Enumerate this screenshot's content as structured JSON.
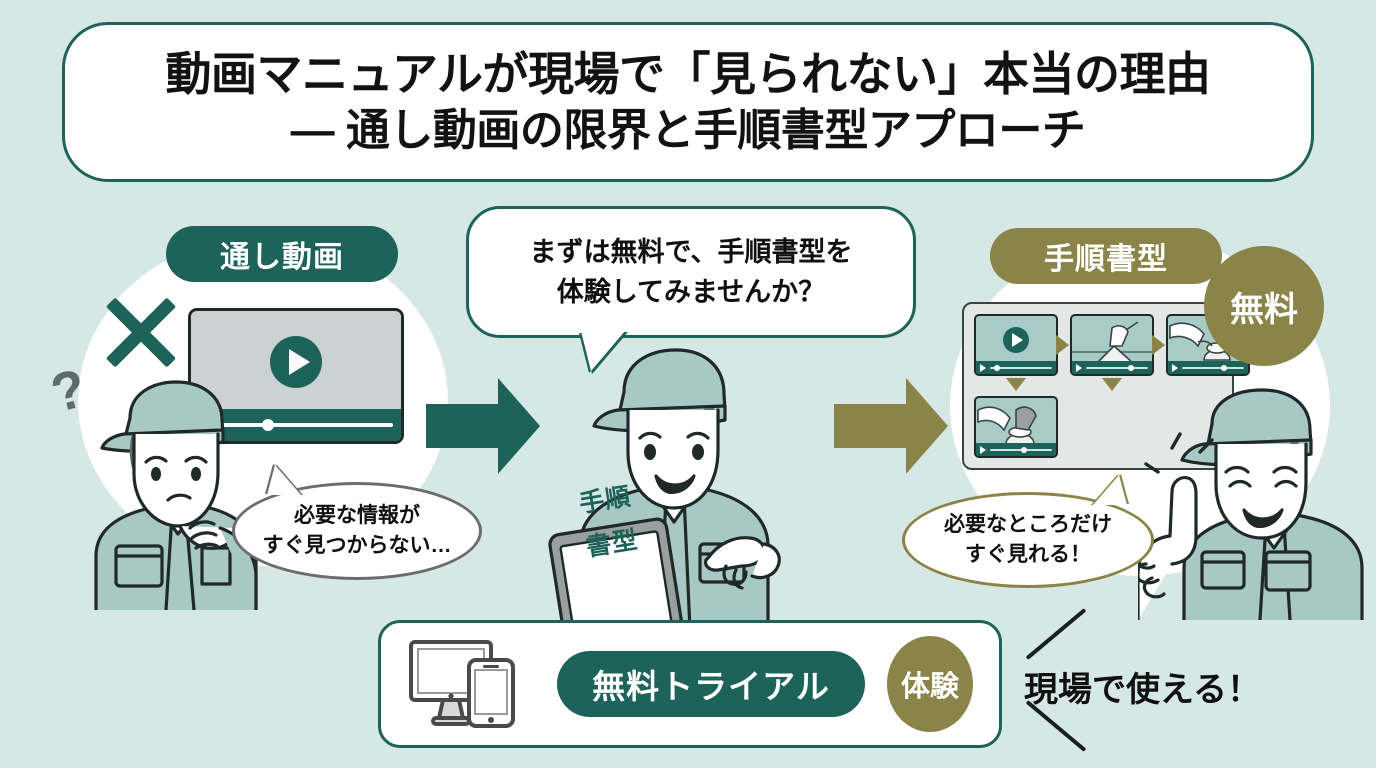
{
  "theme": {
    "background": "#d5e8e6",
    "teal": "#1d6359",
    "olive": "#8b8449",
    "ink": "#101010",
    "card": "#ffffff"
  },
  "title": {
    "line1": "動画マニュアルが現場で「見られない」本当の理由",
    "line2": "― 通し動画の限界と手順書型アプローチ"
  },
  "left_section": {
    "badge": "通し動画",
    "x_icon": "x-mark-icon",
    "question_icon": "?",
    "video": {
      "play_icon": "play-icon",
      "progress_percent": 28
    },
    "speech": {
      "line1": "必要な情報が",
      "line2": "すぐ見つからない…"
    }
  },
  "center_section": {
    "speech": {
      "line1": "まずは無料で、手順書型を",
      "line2": "体験してみませんか？"
    },
    "tablet_label": {
      "line1": "手順",
      "line2": "書型"
    }
  },
  "right_section": {
    "badge": "手順書型",
    "free_badge": "無料",
    "steps": [
      {
        "id": 1,
        "kind": "play-thumbnail",
        "progress_percent": 12
      },
      {
        "id": 2,
        "kind": "hand-press-thumbnail",
        "progress_percent": 72
      },
      {
        "id": 3,
        "kind": "hand-point-thumbnail",
        "progress_percent": 68
      },
      {
        "id": 4,
        "kind": "hand-grip-thumbnail",
        "progress_percent": 55
      }
    ],
    "speech": {
      "line1": "必要なところだけ",
      "line2": "すぐ見れる！"
    }
  },
  "cta": {
    "devices_icon": "monitor-and-phone-icon",
    "button_label": "無料トライアル",
    "circle_label": "体験"
  },
  "tagline": "現場で使える！"
}
